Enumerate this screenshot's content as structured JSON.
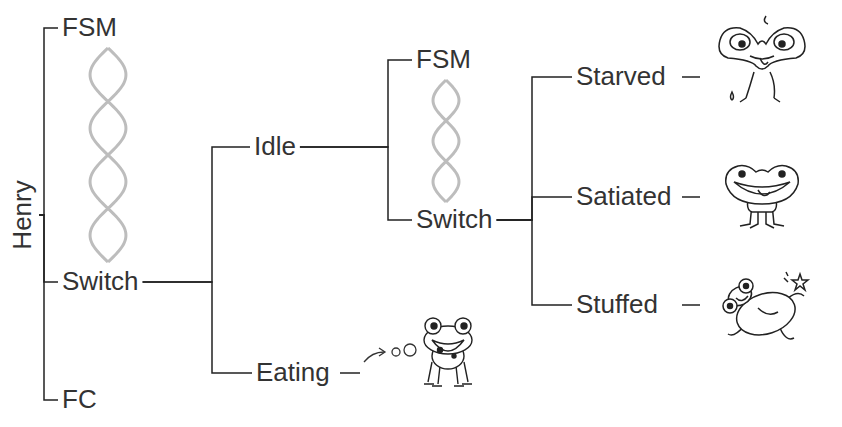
{
  "diagram": {
    "nodes": [
      {
        "text": [
          "Henry"
        ]
      },
      {
        "text": [
          "FSM"
        ]
      },
      {
        "text": [
          "Switch"
        ]
      },
      {
        "text": [
          "FC"
        ]
      },
      {
        "text": [
          "Idle"
        ]
      },
      {
        "text": [
          "Eating"
        ]
      },
      {
        "text": [
          "FSM"
        ]
      },
      {
        "text": [
          "Switch"
        ]
      },
      {
        "text": [
          "Starved"
        ]
      },
      {
        "text": [
          "Satiated"
        ]
      },
      {
        "text": [
          "Stuffed"
        ]
      }
    ],
    "edges": [
      {
        "from": 0,
        "to": 1,
        "arrow": "none"
      },
      {
        "from": 0,
        "to": 2,
        "arrow": "none"
      },
      {
        "from": 0,
        "to": 3,
        "arrow": "none"
      },
      {
        "from": 2,
        "to": 4,
        "arrow": "none"
      },
      {
        "from": 2,
        "to": 5,
        "arrow": "none"
      },
      {
        "from": 4,
        "to": 6,
        "arrow": "none"
      },
      {
        "from": 4,
        "to": 7,
        "arrow": "none"
      },
      {
        "from": 7,
        "to": 8,
        "arrow": "none"
      },
      {
        "from": 7,
        "to": 9,
        "arrow": "none"
      },
      {
        "from": 7,
        "to": 10,
        "arrow": "none"
      }
    ]
  }
}
